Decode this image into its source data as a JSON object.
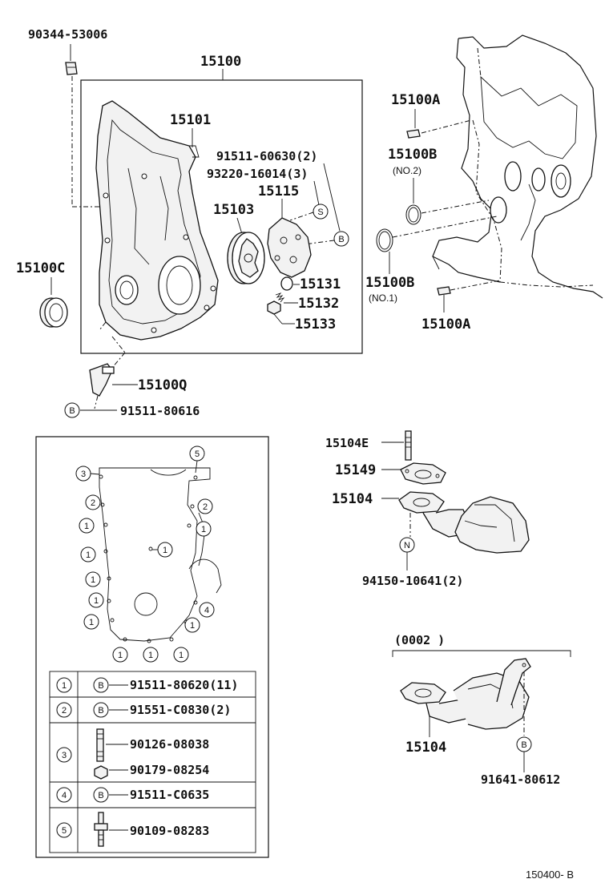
{
  "top_labels": {
    "p90344": "90344-53006",
    "p15100": "15100",
    "p15101": "15101",
    "p91511_60630": "91511-60630(2)",
    "p93220": "93220-16014(3)",
    "p15115": "15115",
    "p15103": "15103",
    "p15131": "15131",
    "p15132": "15132",
    "p15133": "15133",
    "p15100C": "15100C",
    "p15100Q": "15100Q",
    "p91511_80616": "91511-80616",
    "p15100A_top": "15100A",
    "p15100B_top": "15100B",
    "no2": "(NO.2)",
    "p15100B_bot": "15100B",
    "no1": "(NO.1)",
    "p15100A_bot": "15100A"
  },
  "circle_tags": {
    "S": "S",
    "B": "B",
    "N": "N"
  },
  "oil_pan": {
    "p15104E": "15104E",
    "p15149": "15149",
    "p15104": "15104",
    "p94150": "94150-10641(2)"
  },
  "variant": {
    "date_range": "(0002          )",
    "p15104": "15104",
    "p91641": "91641-80612"
  },
  "gasket_numbers": [
    "5",
    "3",
    "2",
    "2",
    "1",
    "1",
    "1",
    "1",
    "1",
    "1",
    "1",
    "1",
    "4",
    "1",
    "1",
    "1",
    "1"
  ],
  "bolt_table": [
    {
      "num": "1",
      "tag": "B",
      "part": "91511-80620(11)"
    },
    {
      "num": "2",
      "tag": "B",
      "part": "91551-C0830(2)"
    },
    {
      "num": "3",
      "tag": "",
      "part": "90126-08038",
      "part2": "90179-08254"
    },
    {
      "num": "4",
      "tag": "B",
      "part": "91511-C0635"
    },
    {
      "num": "5",
      "tag": "",
      "part": "90109-08283"
    }
  ],
  "footer": {
    "ref": "150400- B"
  }
}
